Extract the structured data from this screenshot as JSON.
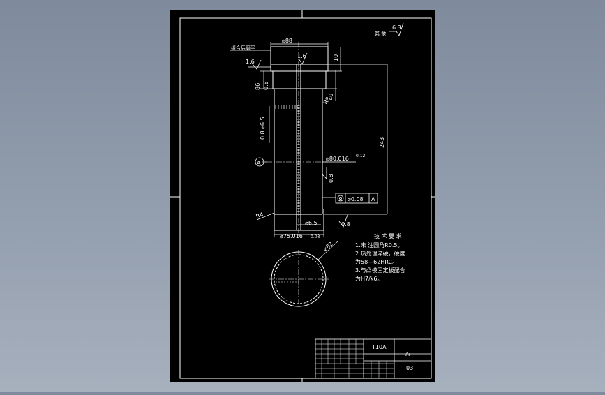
{
  "drawing": {
    "roughness_note": "6.3",
    "roughness_prefix": "其 余",
    "top_note": "组合后磨平",
    "dim_top_dia": "⌀88",
    "rough_top": "1.6",
    "rough_left_top": "1.6",
    "dim_10": "10",
    "dim_40": "40",
    "dim_243": "243",
    "dim_r8": "R8",
    "dim_86": "86",
    "rough_08_a": "0.8",
    "dim_hole_dia": "⌀6.5",
    "rough_08_b": "0.8",
    "datum": "A",
    "dim_shaft_dia": "⌀80.016",
    "tol_shaft": "0.12",
    "rough_08_c": "0.8",
    "geo_tol_value": "⌀0.08",
    "geo_tol_datum": "A",
    "dim_r4": "R4",
    "dim_bottom_hole": "⌀6.5",
    "rough_08_d": "0.8",
    "dim_bottom_dia": "⌀75.016",
    "tol_bottom": "0.08",
    "dim_circle": "⌀82"
  },
  "notes": {
    "title": "技 术 要 求",
    "lines": [
      "1.未 注圆角R0.5。",
      "2.热处理淬硬，硬度",
      "为58—62HRC。",
      "3.与凸模固定板配合",
      "为H7/k6。"
    ]
  },
  "title_block": {
    "material": "T10A",
    "name": "??",
    "drawing_no": "03"
  }
}
